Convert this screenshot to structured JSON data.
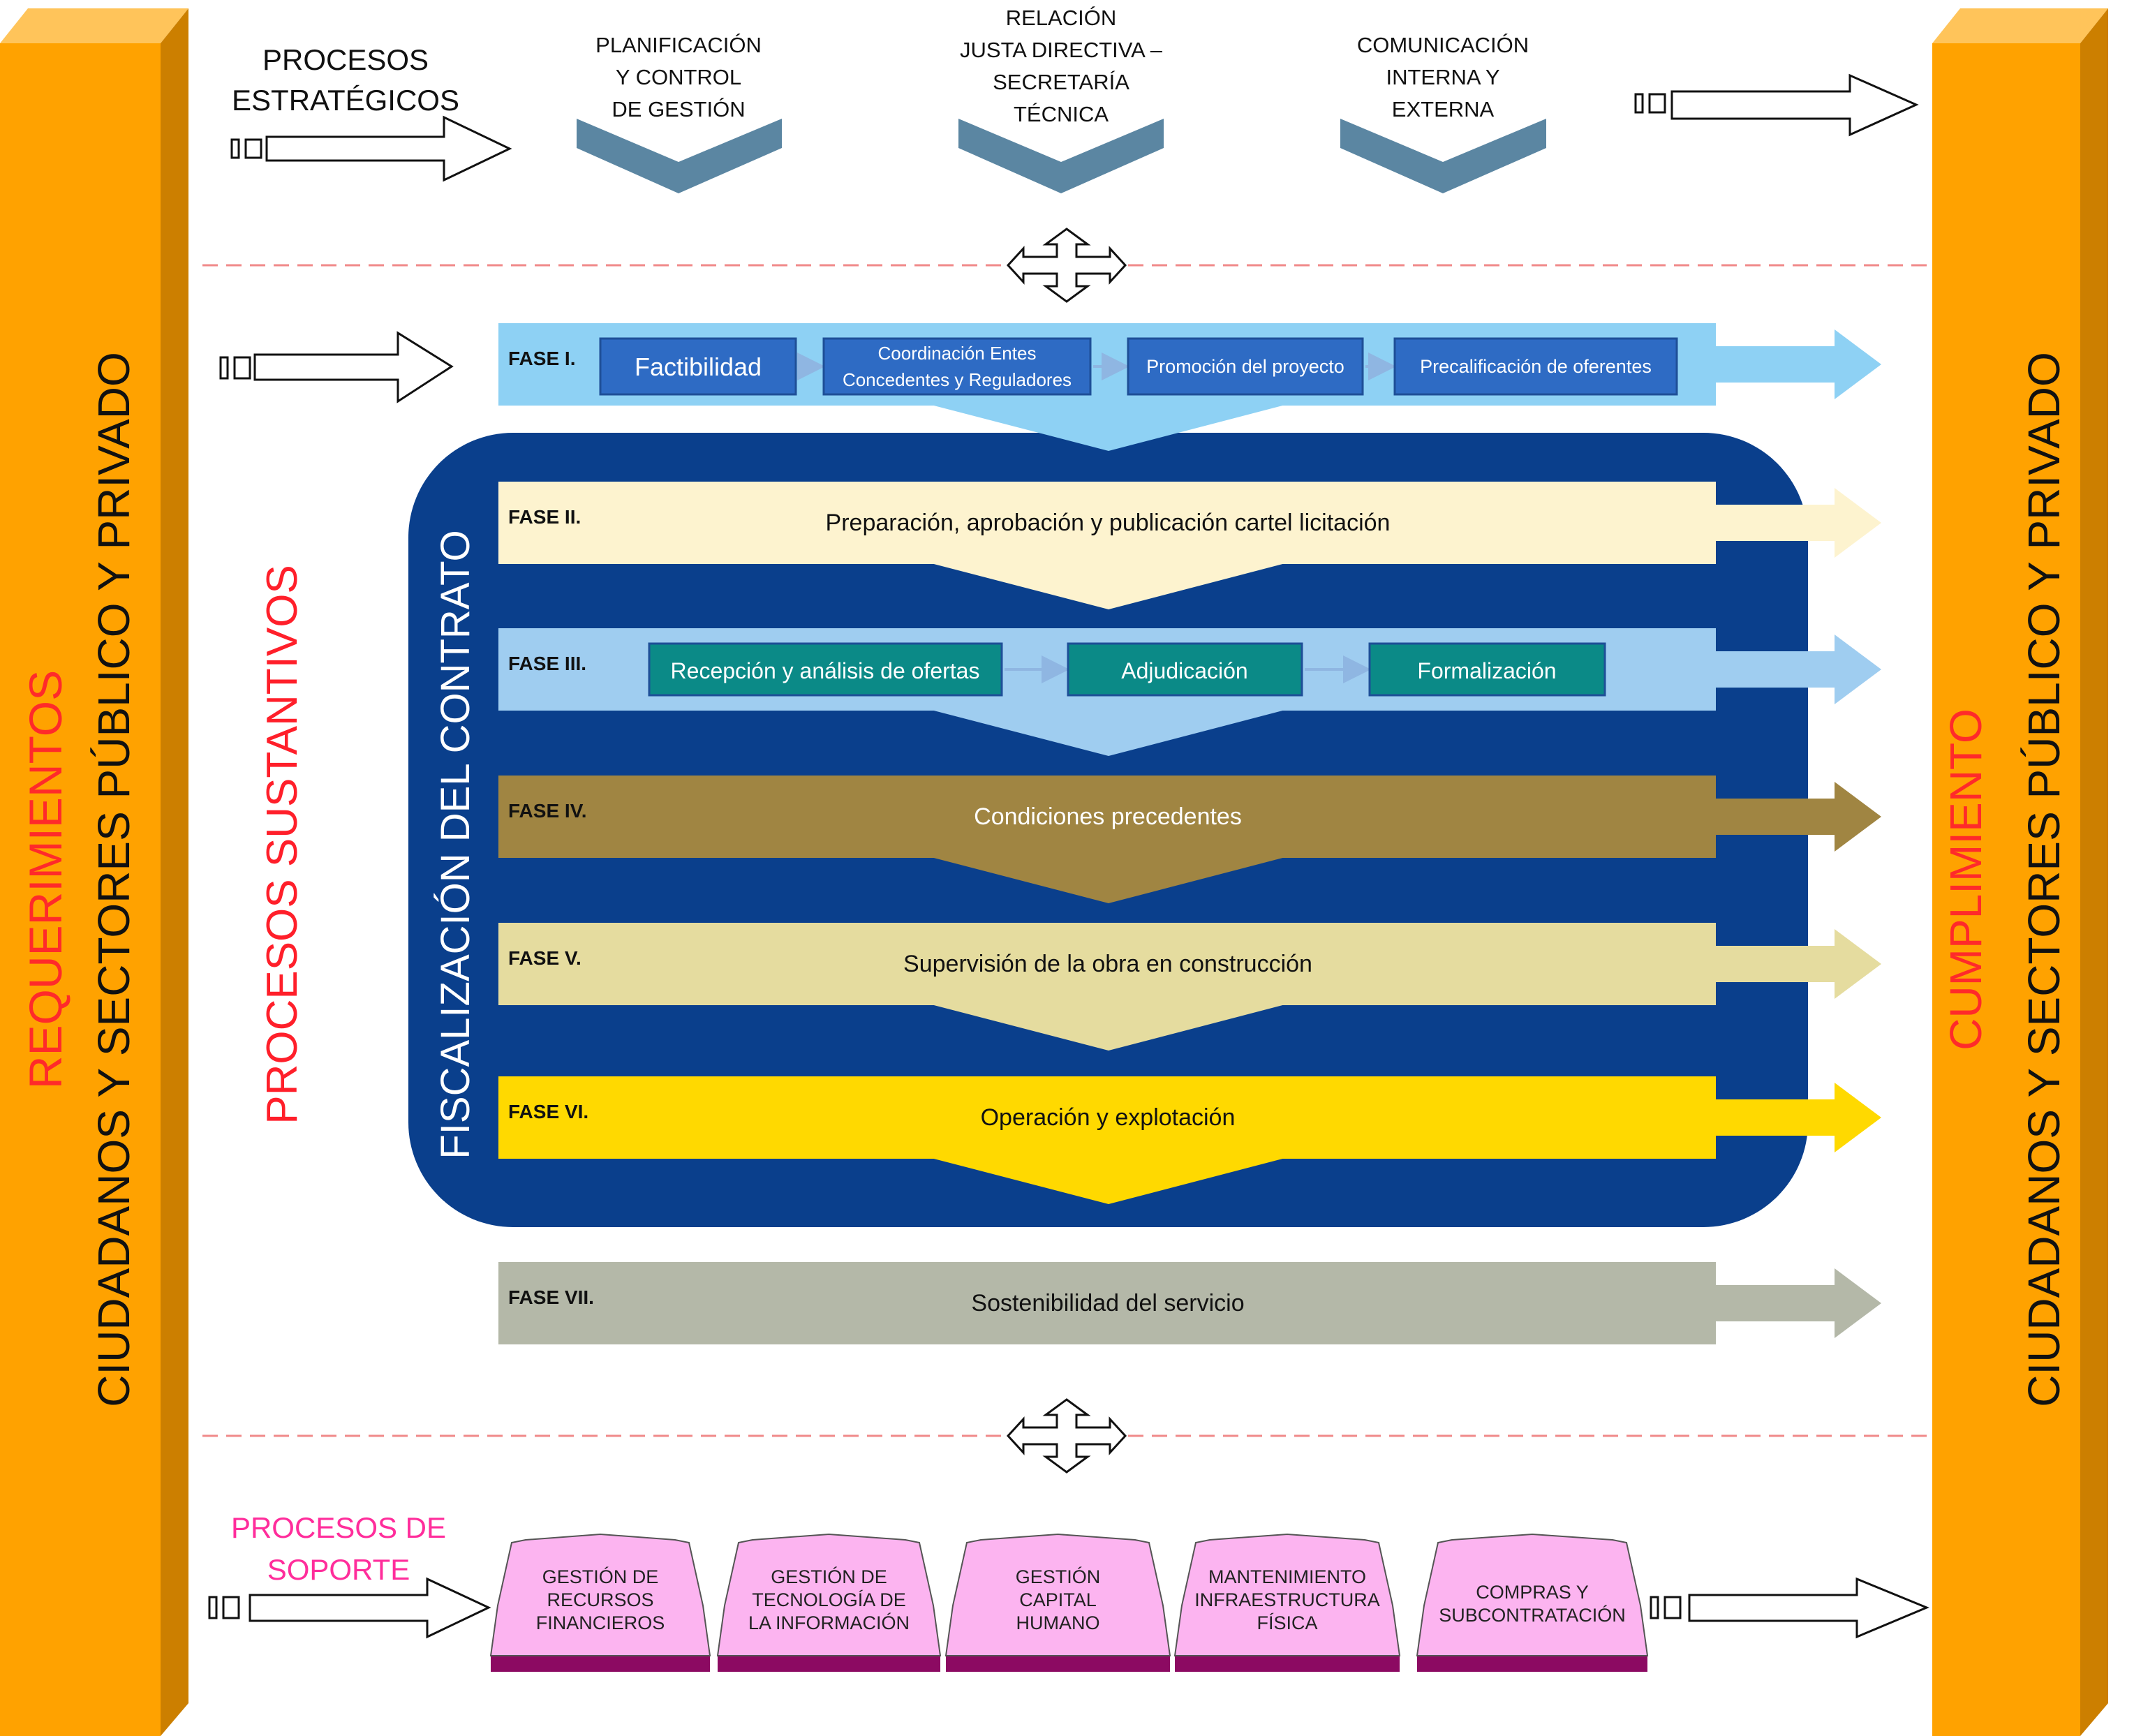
{
  "left_pillar": {
    "line1": "REQUERIMIENTOS",
    "line2": "CIUDADANOS Y SECTORES   PÚBLICO Y PRIVADO"
  },
  "right_pillar": {
    "line1": "CUMPLIMIENTO",
    "line2": "CIUDADANOS Y SECTORES PÚBLICO Y PRIVADO"
  },
  "strategic": {
    "title_line1": "PROCESOS",
    "title_line2": "ESTRATÉGICOS",
    "items": [
      {
        "lines": [
          "PLANIFICACIÓN",
          "Y CONTROL",
          "DE GESTIÓN"
        ]
      },
      {
        "lines": [
          "RELACIÓN",
          "JUSTA DIRECTIVA –",
          "SECRETARÍA",
          "TÉCNICA"
        ]
      },
      {
        "lines": [
          "COMUNICACIÓN",
          "INTERNA Y",
          "EXTERNA"
        ]
      }
    ]
  },
  "substantive": {
    "title": "PROCESOS SUSTANTIVOS",
    "oversight_label": "FISCALIZACIÓN DEL CONTRATO",
    "phases": [
      {
        "label": "FASE I.",
        "color": "#8ed1f4",
        "steps": [
          "Factibilidad",
          "Coordinación Entes Concedentes y Reguladores",
          "Promoción del proyecto",
          "Precalificación de oferentes"
        ]
      },
      {
        "label": "FASE II.",
        "color": "#fdf3cf",
        "text": "Preparación, aprobación y publicación cartel licitación"
      },
      {
        "label": "FASE III.",
        "color": "#9fcdf0",
        "steps": [
          "Recepción y análisis de ofertas",
          "Adjudicación",
          "Formalización"
        ]
      },
      {
        "label": "FASE IV.",
        "color": "#a08542",
        "text": "Condiciones precedentes"
      },
      {
        "label": "FASE V.",
        "color": "#e5dc9f",
        "text": "Supervisión de la obra en construcción"
      },
      {
        "label": "FASE VI.",
        "color": "#ffd900",
        "text": "Operación y explotación"
      },
      {
        "label": "FASE VII.",
        "color": "#b4b8a8",
        "text": "Sostenibilidad del servicio"
      }
    ]
  },
  "support": {
    "title_line1": "PROCESOS DE",
    "title_line2": "SOPORTE",
    "items": [
      {
        "lines": [
          "GESTIÓN DE",
          "RECURSOS",
          "FINANCIEROS"
        ]
      },
      {
        "lines": [
          "GESTIÓN DE",
          "TECNOLOGÍA DE",
          "LA INFORMACIÓN"
        ]
      },
      {
        "lines": [
          "GESTIÓN",
          "CAPITAL",
          "HUMANO"
        ]
      },
      {
        "lines": [
          "MANTENIMIENTO",
          "INFRAESTRUCTURA",
          "FÍSICA"
        ]
      },
      {
        "lines": [
          "COMPRAS Y",
          "SUBCONTRATACIÓN"
        ]
      }
    ]
  },
  "colors": {
    "pillar_front": "#ffa200",
    "pillar_side": "#cc7f00",
    "pillar_red_text": "#ff2a2a",
    "substantive_title": "#ff1f2a",
    "support_title": "#ff2d9b",
    "oversight_bg": "#0a3f8c",
    "chevron": "#5b86a2",
    "step_box": "#2e6bc4",
    "step_box_teal": "#0b8a87",
    "support_box": "#fcb4f0",
    "support_box_base": "#8c0a62",
    "divider": "#f08a8a"
  }
}
